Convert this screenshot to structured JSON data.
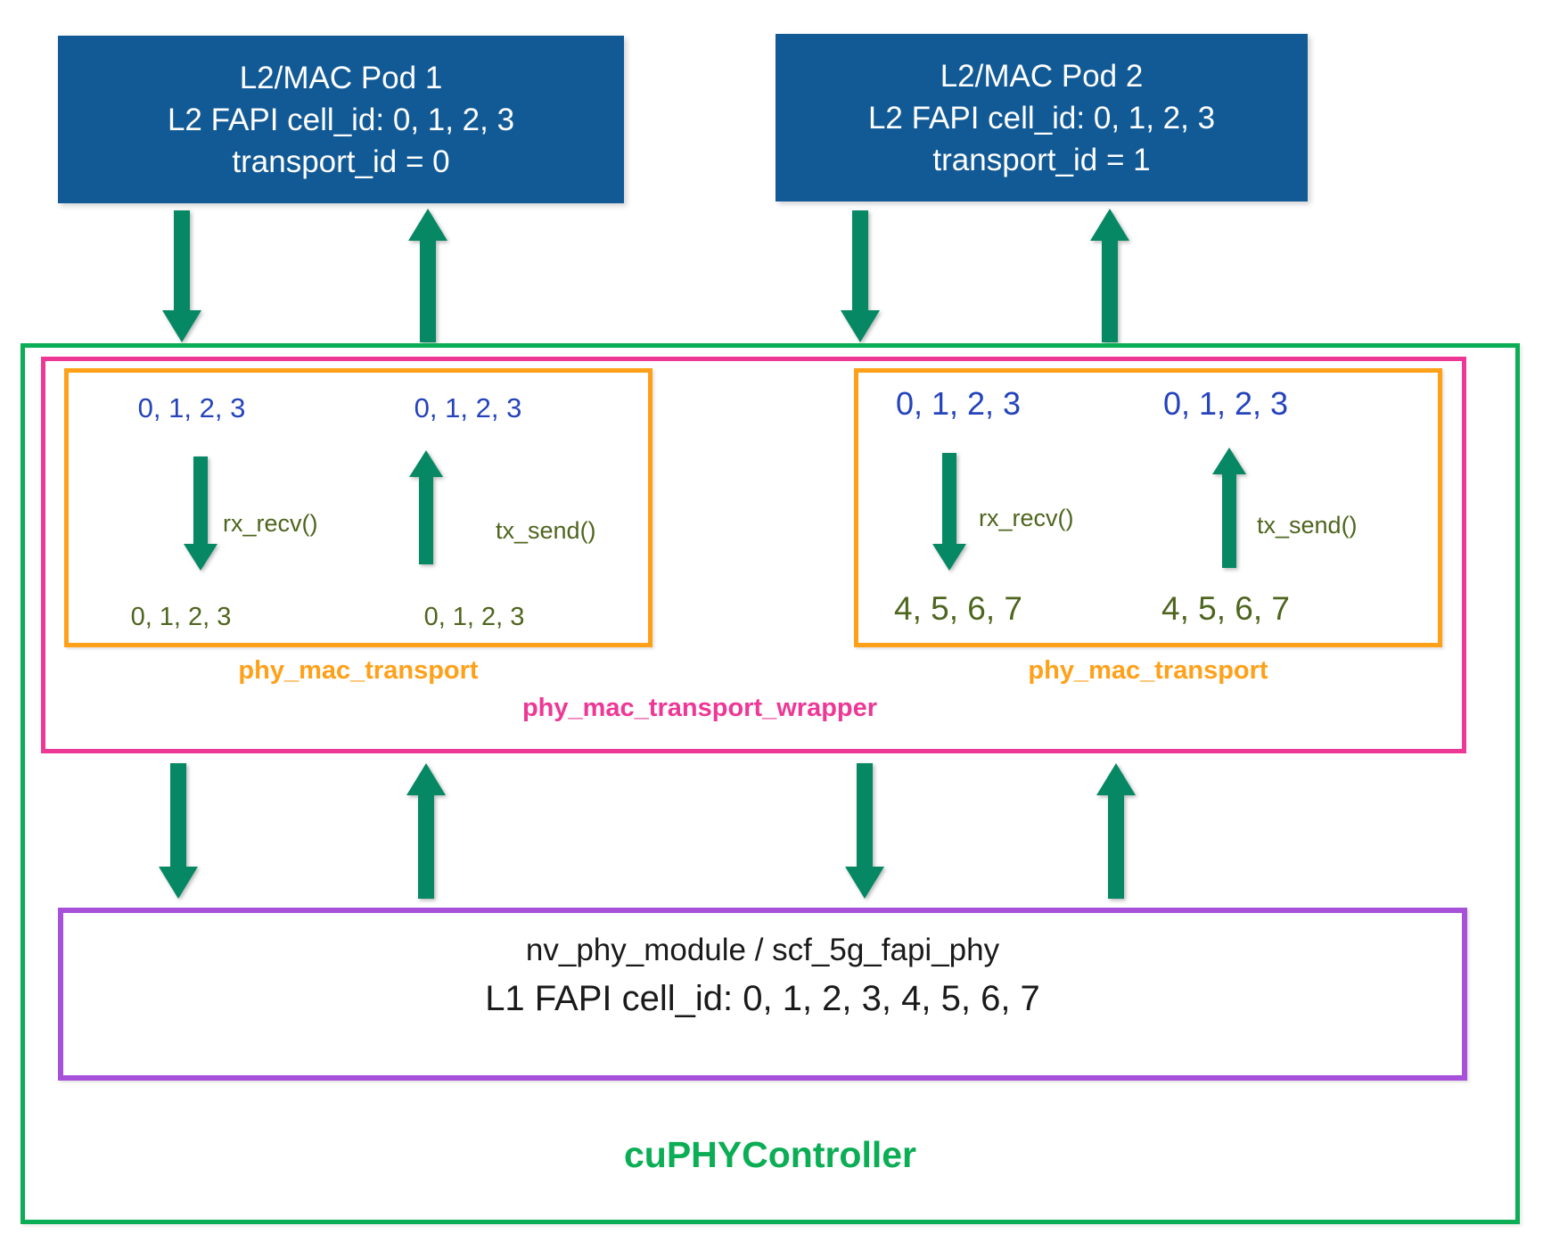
{
  "pods": [
    {
      "line1": "L2/MAC Pod 1",
      "line2": "L2 FAPI cell_id: 0, 1, 2, 3",
      "line3": "transport_id = 0"
    },
    {
      "line1": "L2/MAC Pod 2",
      "line2": "L2 FAPI cell_id: 0, 1, 2, 3",
      "line3": "transport_id = 1"
    }
  ],
  "transports": [
    {
      "caption": "phy_mac_transport",
      "rx_top": "0, 1, 2, 3",
      "tx_top": "0, 1, 2, 3",
      "rx_label": "rx_recv()",
      "tx_label": "tx_send()",
      "rx_bottom": "0, 1, 2, 3",
      "tx_bottom": "0, 1, 2, 3"
    },
    {
      "caption": "phy_mac_transport",
      "rx_top": "0, 1, 2, 3",
      "tx_top": "0, 1, 2, 3",
      "rx_label": "rx_recv()",
      "tx_label": "tx_send()",
      "rx_bottom": "4, 5, 6, 7",
      "tx_bottom": "4, 5, 6, 7"
    }
  ],
  "wrapper_caption": "phy_mac_transport_wrapper",
  "phy_module": {
    "line1": "nv_phy_module / scf_5g_fapi_phy",
    "line2": "L1 FAPI cell_id: 0, 1, 2, 3, 4, 5, 6, 7"
  },
  "controller_caption": "cuPHYController",
  "colors": {
    "pod-blue": "#125A96",
    "arrow-green": "#068864",
    "frame-green": "#0BAD55",
    "orange": "#FFA019",
    "pink": "#EE3895",
    "purple": "#A750D9",
    "num-blue": "#2443BC",
    "olive": "#4E651E"
  }
}
